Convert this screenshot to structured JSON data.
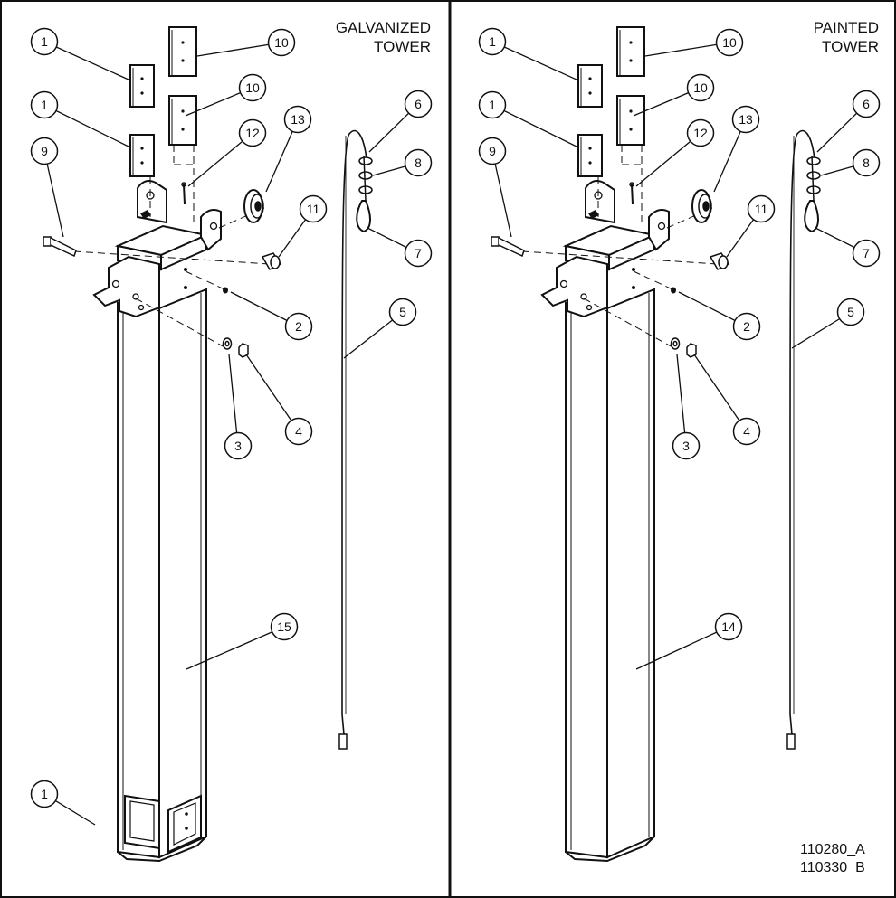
{
  "panels": [
    {
      "id": "galvanized",
      "title_lines": [
        "GALVANIZED",
        "TOWER"
      ],
      "callouts": [
        "1",
        "10",
        "1",
        "10",
        "13",
        "12",
        "9",
        "11",
        "2",
        "3",
        "4",
        "15",
        "1",
        "6",
        "8",
        "7",
        "5"
      ]
    },
    {
      "id": "painted",
      "title_lines": [
        "PAINTED",
        "TOWER"
      ],
      "callouts": [
        "1",
        "10",
        "1",
        "10",
        "13",
        "12",
        "9",
        "11",
        "2",
        "3",
        "4",
        "14",
        "6",
        "8",
        "7",
        "5"
      ]
    }
  ],
  "document_codes": [
    "110280_A",
    "110330_B"
  ],
  "colors": {
    "line": "#111111",
    "background": "#ffffff"
  }
}
